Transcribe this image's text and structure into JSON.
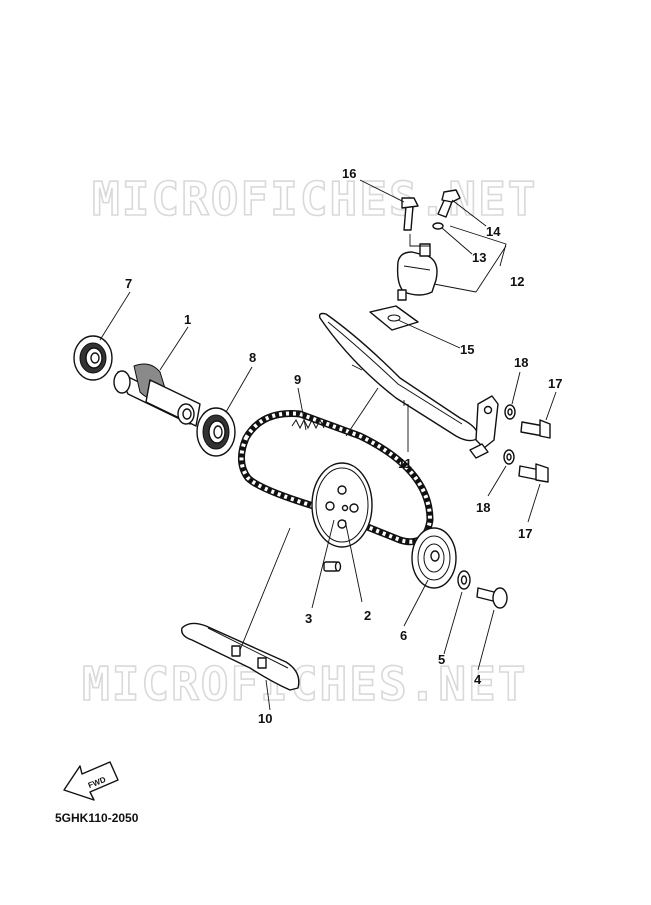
{
  "watermark_text": "MICROFICHES.NET",
  "diagram_code": "5GHK110-2050",
  "fwd_label": "FWD",
  "callouts": {
    "c1": "1",
    "c2": "2",
    "c3": "3",
    "c4": "4",
    "c5": "5",
    "c6": "6",
    "c7": "7",
    "c8": "8",
    "c9": "9",
    "c10": "10",
    "c11": "11",
    "c12": "12",
    "c13": "13",
    "c14": "14",
    "c15": "15",
    "c16": "16",
    "c17a": "17",
    "c17b": "17",
    "c18a": "18",
    "c18b": "18"
  }
}
